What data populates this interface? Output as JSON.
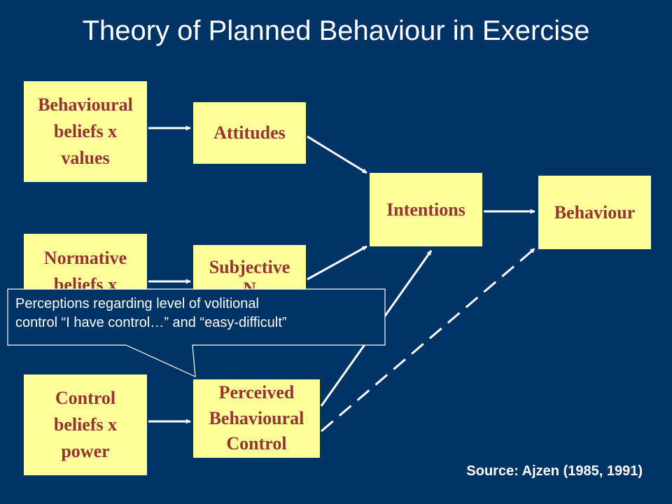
{
  "title": "Theory of Planned Behaviour in Exercise",
  "nodes": {
    "behavioural_beliefs": [
      "Behavioural",
      "beliefs x",
      "values"
    ],
    "normative_beliefs": [
      "Normative",
      "beliefs x",
      ""
    ],
    "control_beliefs": [
      "Control",
      "beliefs x",
      "power"
    ],
    "attitudes": [
      "Attitudes"
    ],
    "subjective_norms": [
      "Subjective",
      "N"
    ],
    "perceived_control": [
      "Perceived",
      "Behavioural",
      "Control"
    ],
    "intentions": [
      "Intentions"
    ],
    "behaviour": [
      "Behaviour"
    ]
  },
  "callout": {
    "line1": "Perceptions regarding level of volitional",
    "line2": "control “I have control…” and “easy-difficult”"
  },
  "source": "Source: Ajzen (1985, 1991)",
  "colors": {
    "background": "#003366",
    "box_fill": "#ffff99",
    "box_text": "#993333",
    "line": "#ffffff"
  }
}
